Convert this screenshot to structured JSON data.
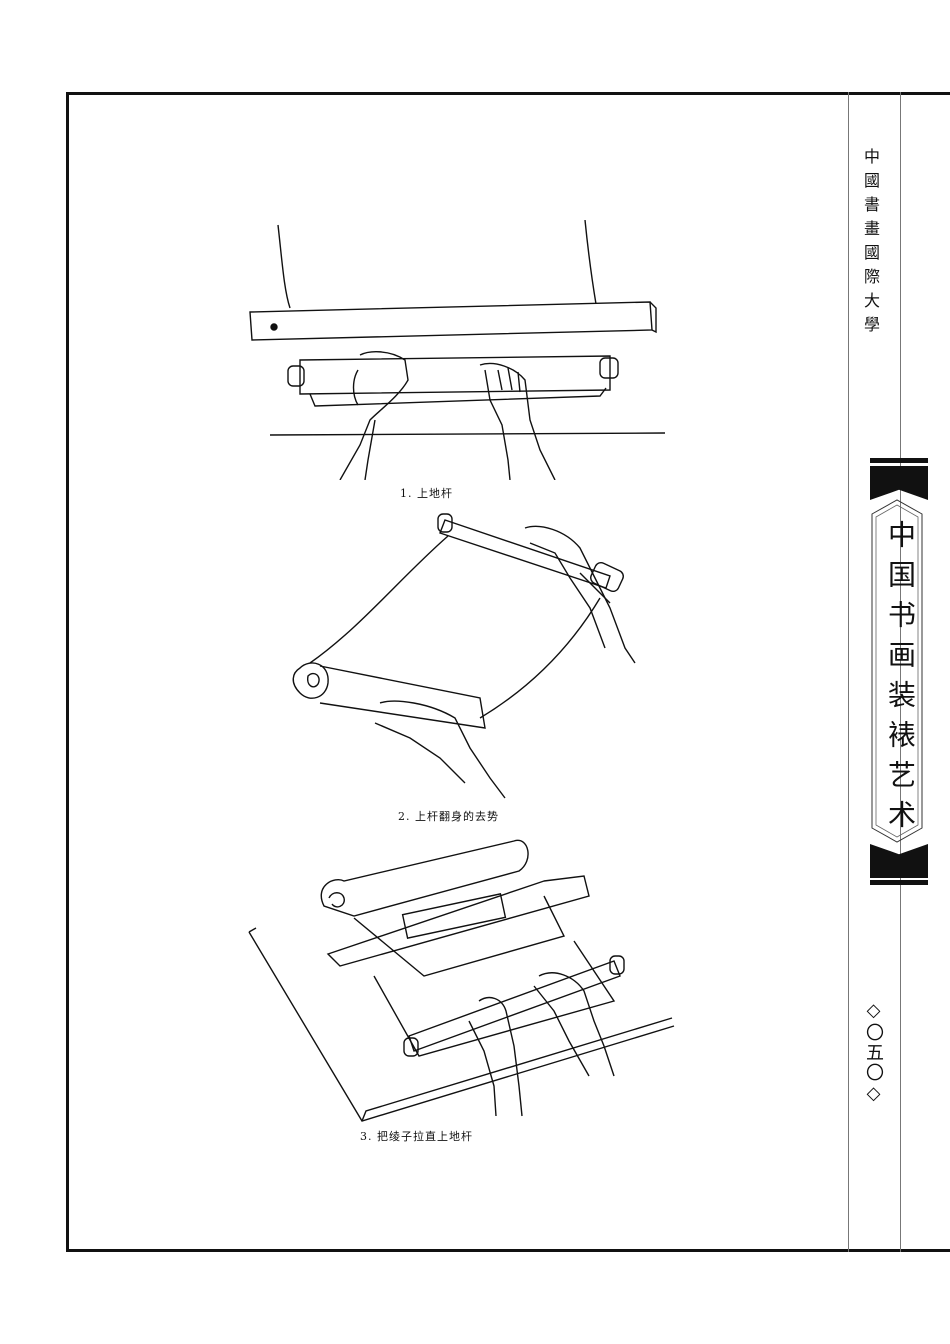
{
  "sidebar": {
    "university": "中國書畫國際大學",
    "book_title": "中国书画装裱艺术",
    "page_number": "◇〇五〇◇"
  },
  "figures": [
    {
      "caption": "1. 上地杆",
      "icon": "hands-attaching-rod-illustration"
    },
    {
      "caption": "2. 上杆翻身的去势",
      "icon": "hands-flipping-rod-illustration"
    },
    {
      "caption": "3. 把绫子拉直上地杆",
      "icon": "hands-straightening-silk-illustration"
    }
  ]
}
